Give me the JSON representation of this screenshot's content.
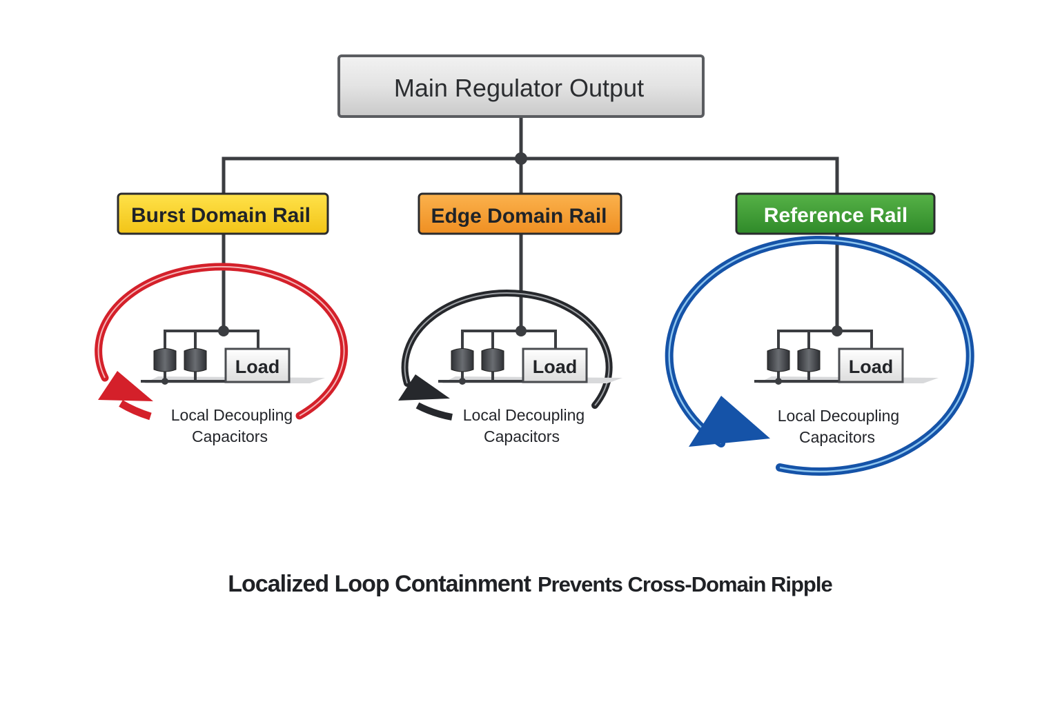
{
  "diagram": {
    "main": {
      "label": "Main Regulator Output",
      "fill": "#d9d9d9"
    },
    "rails": [
      {
        "id": "burst",
        "label": "Burst Domain Rail",
        "fill": "#f7d12a",
        "text_color": "#1f2328",
        "loop_color": "#d4202a",
        "load_label": "Load",
        "caption_line1": "Local Decoupling",
        "caption_line2": "Capacitors"
      },
      {
        "id": "edge",
        "label": "Edge Domain Rail",
        "fill": "#f59e32",
        "text_color": "#1f2328",
        "loop_color": "#26282c",
        "load_label": "Load",
        "caption_line1": "Local Decoupling",
        "caption_line2": "Capacitors"
      },
      {
        "id": "reference",
        "label": "Reference Rail",
        "fill": "#3e9a35",
        "text_color": "#ffffff",
        "loop_color": "#1553a8",
        "load_label": "Load",
        "caption_line1": "Local Decoupling",
        "caption_line2": "Capacitors"
      }
    ],
    "caption": {
      "part1": "Localized Loop Containment",
      "part2": "Prevents Cross-Domain Ripple"
    }
  }
}
